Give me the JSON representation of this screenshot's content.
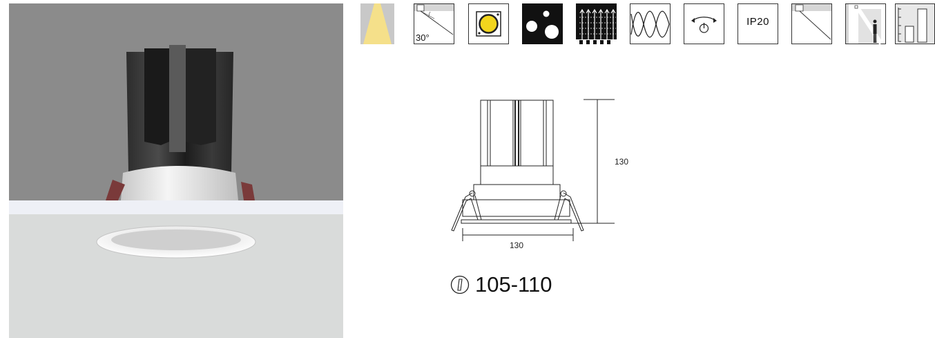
{
  "feature_icons": [
    {
      "icon": "light-beam-icon"
    },
    {
      "icon": "beam-angle-icon",
      "label": "30°"
    },
    {
      "icon": "cob-led-chip-icon"
    },
    {
      "icon": "lens-dots-icon"
    },
    {
      "icon": "heat-dissipation-icon"
    },
    {
      "icon": "flicker-free-wave-icon"
    },
    {
      "icon": "rotation-adjust-icon"
    },
    {
      "icon": "ip-rating-icon",
      "label": "IP20"
    },
    {
      "icon": "anti-glare-angle-icon"
    },
    {
      "icon": "recessed-height-person-icon"
    },
    {
      "icon": "dimension-bars-icon"
    }
  ],
  "drawing": {
    "height_label": "130",
    "width_label": "130"
  },
  "cutout": {
    "text": "105-110"
  },
  "colors": {
    "beam_yellow": "#f5e08a",
    "chip_yellow": "#f2d51d",
    "photo_gray_top": "#8b8b8b",
    "photo_gray_bottom": "#d9dbda"
  }
}
